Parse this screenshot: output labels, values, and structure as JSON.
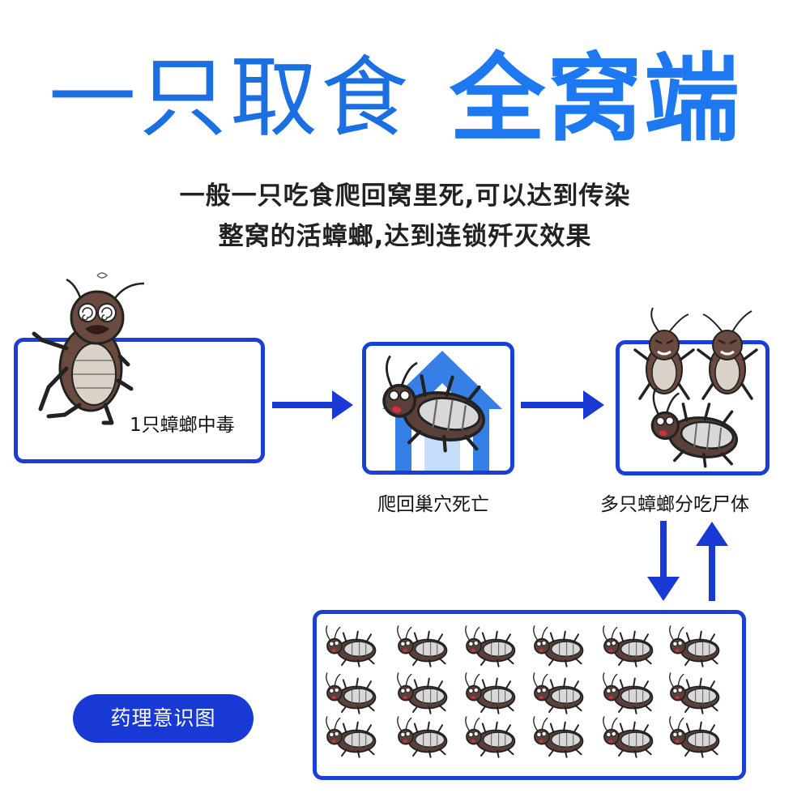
{
  "headline": {
    "part1": "一只取食",
    "part2": "全窝端"
  },
  "subtitle": {
    "line1": "一般一只吃食爬回窝里死,可以达到传染",
    "line2": "整窝的活蟑螂,达到连锁歼灭效果"
  },
  "steps": [
    {
      "label": "1只蟑螂中毒"
    },
    {
      "label": "爬回巢穴死亡"
    },
    {
      "label": "多只蟑螂分吃尸体"
    }
  ],
  "badge": {
    "label": "药理意识图"
  },
  "colors": {
    "headline": "#1b6fe0",
    "box_border": "#1a3fd6",
    "arrow": "#1939d4",
    "badge_bg": "#1939d4"
  },
  "icons": [
    "dizzy-cockroach-icon",
    "dead-cockroach-icon",
    "house-icon",
    "angry-cockroach-icon"
  ]
}
